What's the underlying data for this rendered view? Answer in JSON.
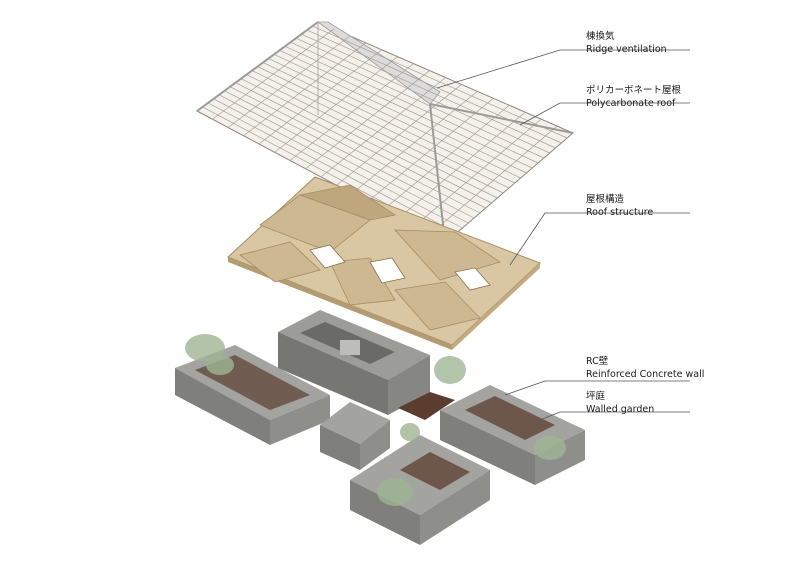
{
  "labels": {
    "ridge": {
      "jp": "棟換気",
      "en": "Ridge ventilation"
    },
    "polycarbonate": {
      "jp": "ポリカーボネート屋根",
      "en": "Polycarbonate roof"
    },
    "roof_structure": {
      "jp": "屋根構造",
      "en": "Roof structure"
    },
    "rc_wall": {
      "jp": "RC壁",
      "en": "Reinforced Concrete wall"
    },
    "garden": {
      "jp": "坪庭",
      "en": "Walled garden"
    }
  },
  "colors": {
    "polycarbonate": "#f4f1ec",
    "roof_grid": "#a89f93",
    "ridge": "#d8d8d8",
    "timber": "#cdb892",
    "timber_dark": "#b59b72",
    "concrete_top": "#9c9c99",
    "concrete_side": "#7f7f7c",
    "concrete_dark": "#666663",
    "floor_wood": "#5a3d2e",
    "plant": "#9fb593",
    "leader": "#555555"
  }
}
